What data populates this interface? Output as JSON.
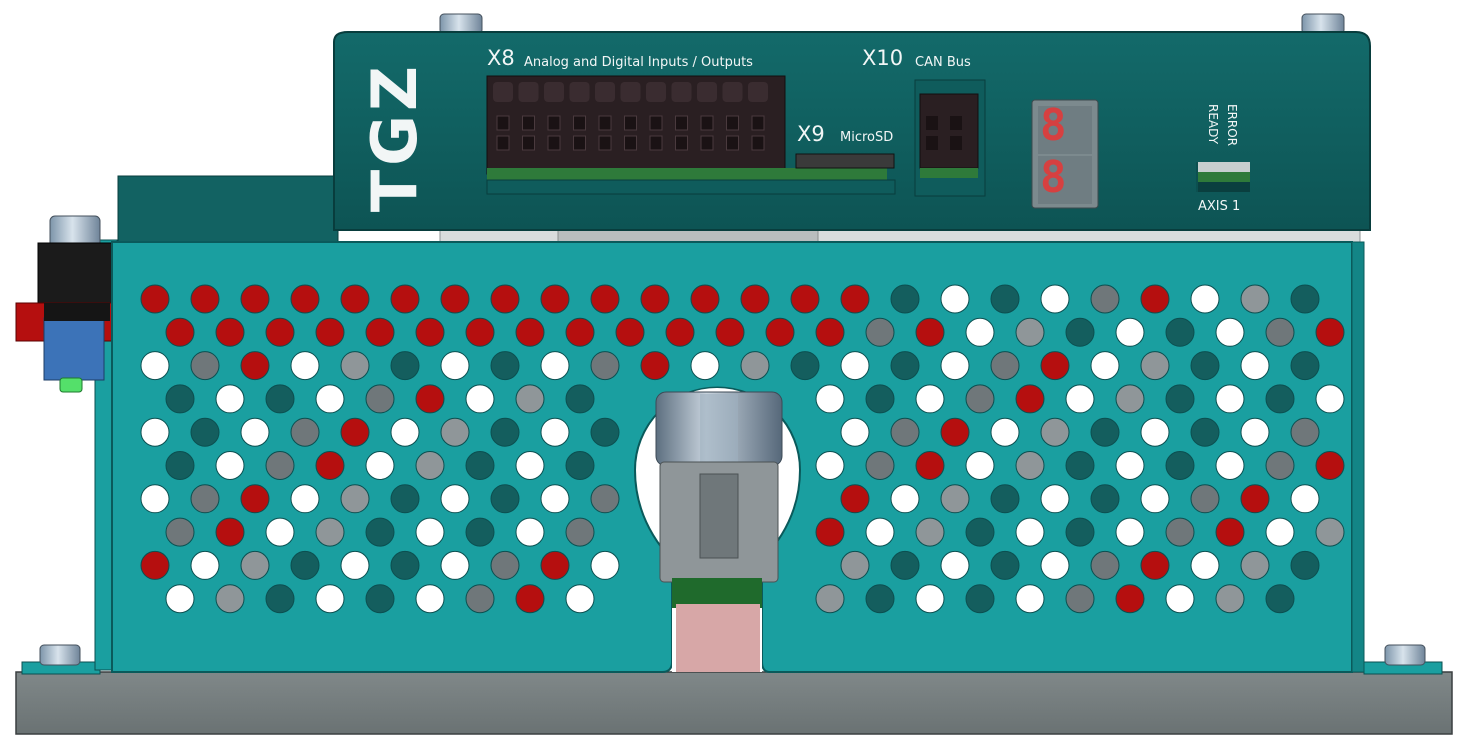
{
  "brand": {
    "logo_text": "TGZ"
  },
  "connectors": {
    "x8": {
      "id": "X8",
      "desc": "Analog and Digital Inputs / Outputs"
    },
    "x9": {
      "id": "X9",
      "desc": "MicroSD"
    },
    "x10": {
      "id": "X10",
      "desc": "CAN Bus"
    }
  },
  "status": {
    "error_label": "ERROR",
    "ready_label": "READY",
    "axis_label": "AXIS 1"
  },
  "display": {
    "digits": [
      "8",
      "8"
    ]
  },
  "colors": {
    "teal_panel": "#1a9fa0",
    "dark_cover": "#0f5c5c",
    "connector_black": "#2a1f22",
    "base_gray": "#737b7c",
    "cable_red": "#b50f0f",
    "display_red": "#d64040"
  }
}
